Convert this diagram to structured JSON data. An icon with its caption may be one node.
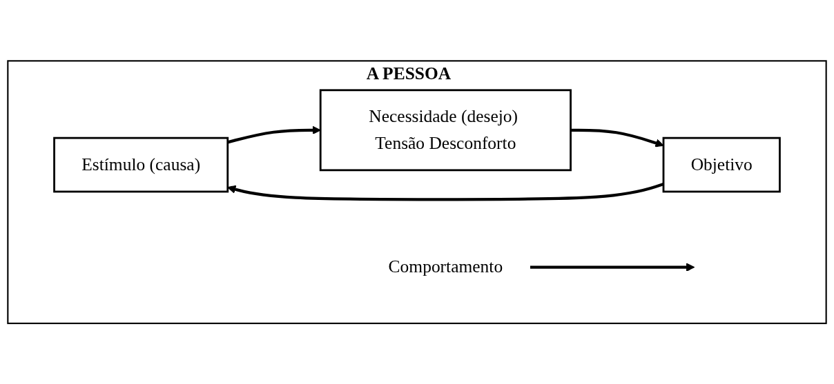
{
  "diagram": {
    "nodes": [
      {
        "text": [
          "A PESSOA"
        ]
      },
      {
        "text": [
          "Estímulo (causa)"
        ],
        "in": 0
      },
      {
        "text": [
          "Necessidade (desejo) Tensão Desconforto"
        ],
        "in": 0
      },
      {
        "text": [
          "Comportamento"
        ],
        "in": 0
      },
      {
        "text": [
          "Objetivo"
        ],
        "in": 0
      }
    ],
    "edges": [
      {
        "from": 1,
        "to": 2,
        "arrow": "to"
      },
      {
        "from": 2,
        "to": 4,
        "arrow": "to"
      },
      {
        "from": 3,
        "to": null,
        "arrow": "to"
      },
      {
        "from": 4,
        "to": 1,
        "arrow": "to"
      }
    ]
  }
}
